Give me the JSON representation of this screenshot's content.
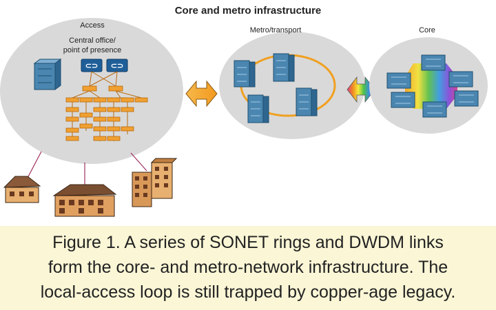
{
  "title": "Core and metro infrastructure",
  "sections": {
    "access": "Access",
    "central_office_line1": "Central office/",
    "central_office_line2": "point of presence",
    "metro": "Metro/transport",
    "core": "Core"
  },
  "caption": {
    "line1": "Figure 1. A series of SONET rings and DWDM links",
    "line2": "form the core- and metro-network infrastructure. The",
    "line3": "local-access loop is still trapped by copper-age legacy."
  },
  "colors": {
    "ellipse_fill": "#d9d9d9",
    "equipment_blue": "#4a86b0",
    "ring_orange": "#f0a020",
    "tree_orange": "#f0a030",
    "caption_bg": "#faf6d6",
    "access_line": "#a03060"
  }
}
